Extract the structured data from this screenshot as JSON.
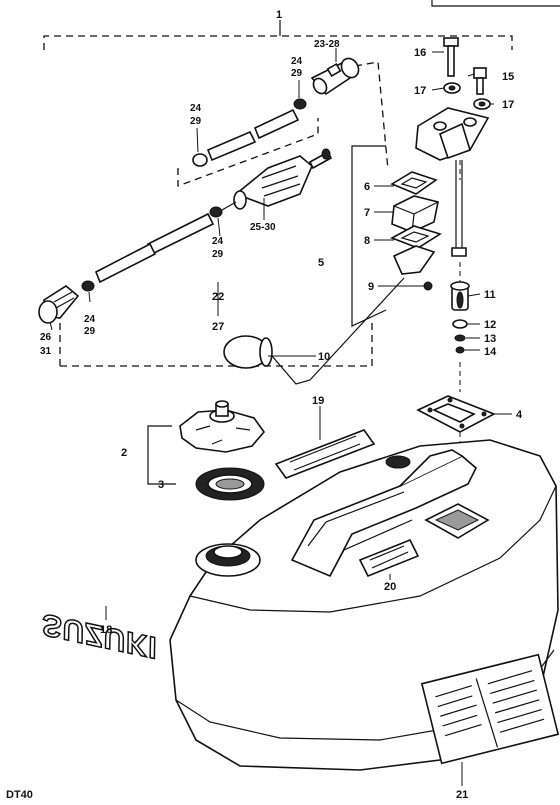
{
  "model_code": "DT40",
  "logo_text": "SUZUKI",
  "callouts": [
    {
      "id": "c1",
      "label": "1"
    },
    {
      "id": "c2",
      "label": "2"
    },
    {
      "id": "c3",
      "label": "3"
    },
    {
      "id": "c4",
      "label": "4"
    },
    {
      "id": "c5",
      "label": "5"
    },
    {
      "id": "c6",
      "label": "6"
    },
    {
      "id": "c7",
      "label": "7"
    },
    {
      "id": "c8",
      "label": "8"
    },
    {
      "id": "c9",
      "label": "9"
    },
    {
      "id": "c10",
      "label": "10"
    },
    {
      "id": "c11",
      "label": "11"
    },
    {
      "id": "c12",
      "label": "12"
    },
    {
      "id": "c13",
      "label": "13"
    },
    {
      "id": "c14",
      "label": "14"
    },
    {
      "id": "c15",
      "label": "15"
    },
    {
      "id": "c16",
      "label": "16"
    },
    {
      "id": "c17a",
      "label": "17"
    },
    {
      "id": "c17b",
      "label": "17"
    },
    {
      "id": "c18",
      "label": "18"
    },
    {
      "id": "c19",
      "label": "19"
    },
    {
      "id": "c20",
      "label": "20"
    },
    {
      "id": "c21",
      "label": "21"
    },
    {
      "id": "c22",
      "label": "22"
    },
    {
      "id": "c27",
      "label": "27"
    },
    {
      "id": "c23_28",
      "label": "23-28"
    },
    {
      "id": "c24a",
      "label": "24"
    },
    {
      "id": "c29a",
      "label": "29"
    },
    {
      "id": "c24b",
      "label": "24"
    },
    {
      "id": "c29b",
      "label": "29"
    },
    {
      "id": "c24c",
      "label": "24"
    },
    {
      "id": "c29c",
      "label": "29"
    },
    {
      "id": "c24d",
      "label": "24"
    },
    {
      "id": "c29d",
      "label": "29"
    },
    {
      "id": "c25_30",
      "label": "25-30"
    },
    {
      "id": "c26",
      "label": "26"
    },
    {
      "id": "c31",
      "label": "31"
    }
  ]
}
